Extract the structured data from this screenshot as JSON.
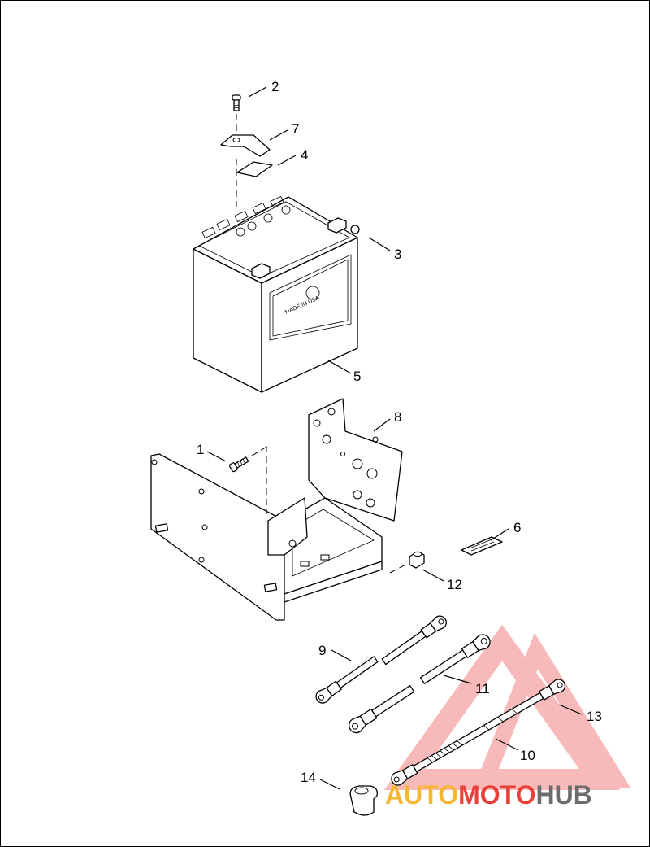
{
  "diagram": {
    "callouts": [
      "1",
      "2",
      "3",
      "4",
      "5",
      "6",
      "7",
      "8",
      "9",
      "10",
      "11",
      "12",
      "13",
      "14"
    ],
    "battery_embossing": "MADE IN USA"
  },
  "watermark": {
    "part_a": "AUTO",
    "part_b": "MOTO",
    "part_c": "HUB",
    "color_a": "#f5b731",
    "color_b": "#e8413a",
    "color_c": "#6d6d6d"
  }
}
